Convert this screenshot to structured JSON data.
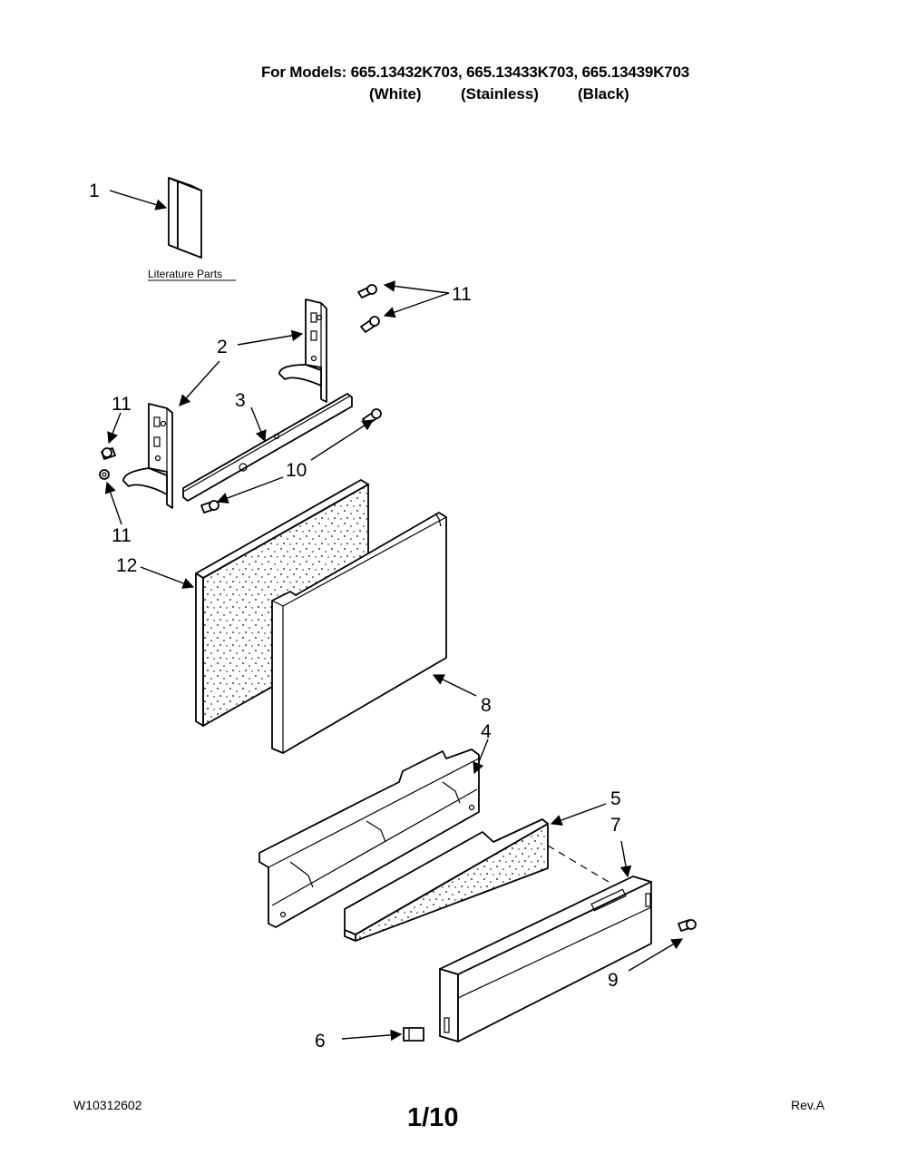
{
  "header": {
    "models_line": "For Models: 665.13432K703, 665.13433K703, 665.13439K703",
    "variants": [
      "(White)",
      "(Stainless)",
      "(Black)"
    ]
  },
  "diagram": {
    "literature_parts_label": "Literature Parts",
    "callouts": [
      "1",
      "2",
      "3",
      "4",
      "5",
      "6",
      "7",
      "8",
      "9",
      "10",
      "11",
      "11",
      "11",
      "12"
    ]
  },
  "footer": {
    "doc_number": "W10312602",
    "page": "1/10",
    "revision": "Rev.A"
  }
}
